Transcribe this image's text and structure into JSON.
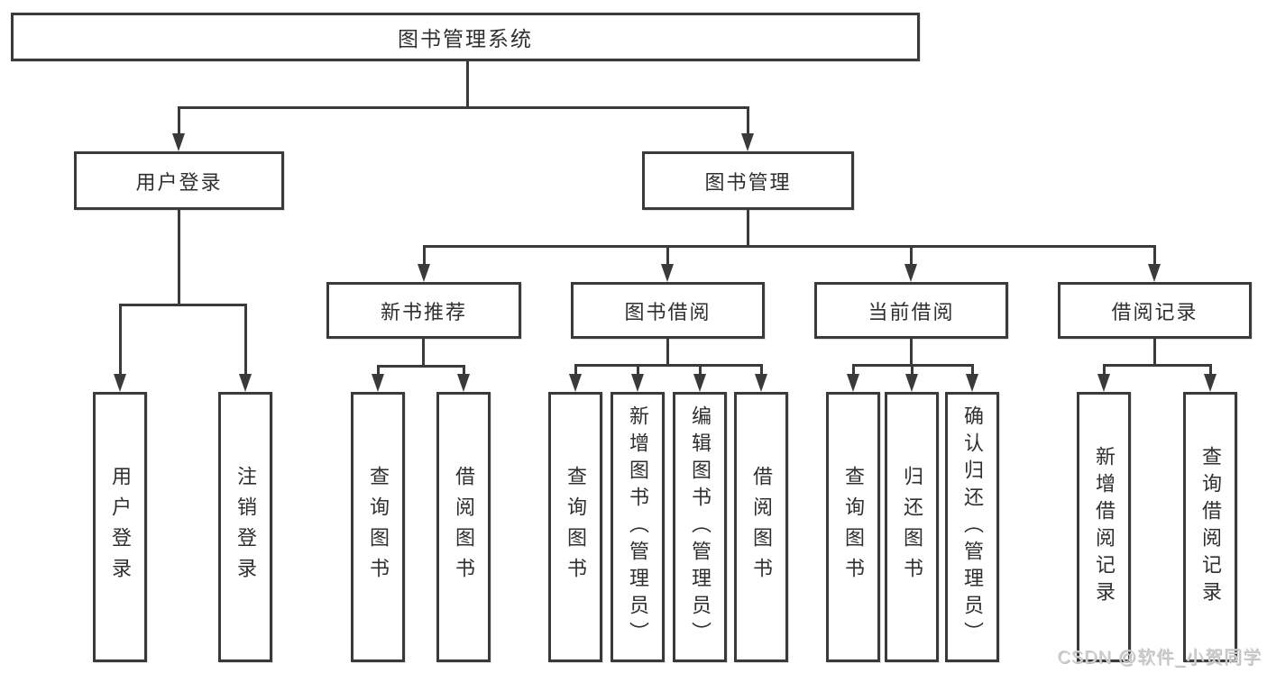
{
  "tree": {
    "label": "图书管理系统",
    "children": [
      {
        "label": "用户登录",
        "children": [
          {
            "label": "用户登录"
          },
          {
            "label": "注销登录"
          }
        ]
      },
      {
        "label": "图书管理",
        "children": [
          {
            "label": "新书推荐",
            "children": [
              {
                "label": "查询图书"
              },
              {
                "label": "借阅图书"
              }
            ]
          },
          {
            "label": "图书借阅",
            "children": [
              {
                "label": "查询图书"
              },
              {
                "label": "新增图书（管理员）"
              },
              {
                "label": "编辑图书（管理员）"
              },
              {
                "label": "借阅图书"
              }
            ]
          },
          {
            "label": "当前借阅",
            "children": [
              {
                "label": "查询图书"
              },
              {
                "label": "归还图书"
              },
              {
                "label": "确认归还（管理员）"
              }
            ]
          },
          {
            "label": "借阅记录",
            "children": [
              {
                "label": "新增借阅记录"
              },
              {
                "label": "查询借阅记录"
              }
            ]
          }
        ]
      }
    ]
  },
  "watermark": {
    "text": "CSDN @软件_小贺同学"
  },
  "colors": {
    "line": "#3a3a3a",
    "text": "#2f2f2f",
    "watermark": "#cfcfcf"
  }
}
